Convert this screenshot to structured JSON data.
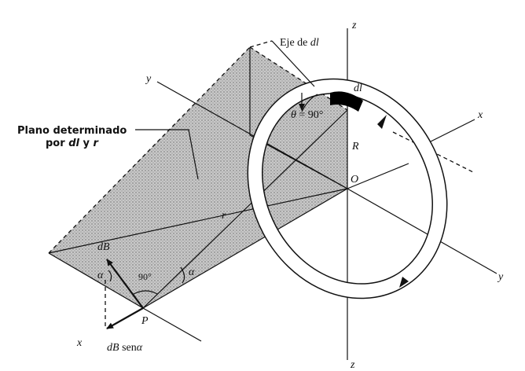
{
  "labels": {
    "eje_prefix": "Eje de ",
    "eje_var": "dl",
    "plano_line1": "Plano determinado",
    "plano_line2_prefix": "por ",
    "plano_dl": "dl",
    "plano_y": " y ",
    "plano_r": "r",
    "dl": "dl",
    "theta": "θ",
    "theta_eq": " = 90°",
    "R": "R",
    "O": "O",
    "r": "r",
    "P": "P",
    "dB": "dB",
    "angle_90": "90°",
    "alpha": "α",
    "alpha_small": "α",
    "dBsen_dB": "dB",
    "dBsen_rest": " sen",
    "dBsen_alpha": "α",
    "axis_z_top": "z",
    "axis_z_bottom": "z",
    "axis_x_right": "x",
    "axis_x_left": "x",
    "axis_y_top": "y",
    "axis_y_right": "y"
  },
  "colors": {
    "ink": "#111111",
    "plane_fill": "#bdbdbd",
    "ring_fill": "#ffffff",
    "element_fill": "#000000"
  }
}
